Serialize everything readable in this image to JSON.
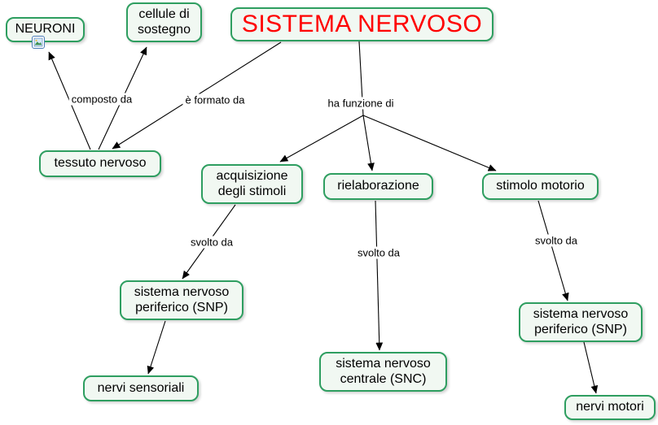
{
  "diagram": {
    "title": "SISTEMA NERVOSO"
  },
  "nodes": {
    "sistema_nervoso": {
      "label": "SISTEMA NERVOSO"
    },
    "neuroni": {
      "label": "NEURONI"
    },
    "cellule_di_sostegno": {
      "label": "cellule di sostegno"
    },
    "tessuto_nervoso": {
      "label": "tessuto nervoso"
    },
    "acquisizione_stimoli": {
      "label": "acquisizione degli stimoli"
    },
    "rielaborazione": {
      "label": "rielaborazione"
    },
    "stimolo_motorio": {
      "label": "stimolo motorio"
    },
    "snp_sinistra": {
      "label": "sistema nervoso periferico (SNP)"
    },
    "nervi_sensoriali": {
      "label": "nervi sensoriali"
    },
    "snc": {
      "label": "sistema nervoso centrale (SNC)"
    },
    "snp_destra": {
      "label": "sistema nervoso periferico (SNP)"
    },
    "nervi_motori": {
      "label": "nervi motori"
    }
  },
  "edge_labels": {
    "composto_da": "composto da",
    "e_formato_da": "è formato da",
    "ha_funzione_di": "ha funzione di",
    "svolto_da_1": "svolto da",
    "svolto_da_2": "svolto da",
    "svolto_da_3": "svolto da"
  },
  "edges": [
    {
      "from": "tessuto nervoso",
      "label": "composto da",
      "to": "NEURONI"
    },
    {
      "from": "tessuto nervoso",
      "label": "composto da",
      "to": "cellule di sostegno"
    },
    {
      "from": "SISTEMA NERVOSO",
      "label": "è formato da",
      "to": "tessuto nervoso"
    },
    {
      "from": "SISTEMA NERVOSO",
      "label": "ha funzione di",
      "to": "acquisizione degli stimoli"
    },
    {
      "from": "SISTEMA NERVOSO",
      "label": "ha funzione di",
      "to": "rielaborazione"
    },
    {
      "from": "SISTEMA NERVOSO",
      "label": "ha funzione di",
      "to": "stimolo motorio"
    },
    {
      "from": "acquisizione degli stimoli",
      "label": "svolto da",
      "to": "sistema nervoso periferico (SNP)"
    },
    {
      "from": "rielaborazione",
      "label": "svolto da",
      "to": "sistema nervoso centrale (SNC)"
    },
    {
      "from": "stimolo motorio",
      "label": "svolto da",
      "to": "sistema nervoso periferico (SNP)"
    },
    {
      "from": "sistema nervoso periferico (SNP)",
      "label": "",
      "to": "nervi sensoriali"
    },
    {
      "from": "sistema nervoso periferico (SNP)",
      "label": "",
      "to": "nervi motori"
    }
  ],
  "icons": {
    "neuroni_attachment": "image-icon"
  },
  "colors": {
    "node_border": "#2e9e60",
    "node_fill": "#f1f8f2",
    "title_color": "#ff0000",
    "line_color": "#000000",
    "text_color": "#000000"
  }
}
